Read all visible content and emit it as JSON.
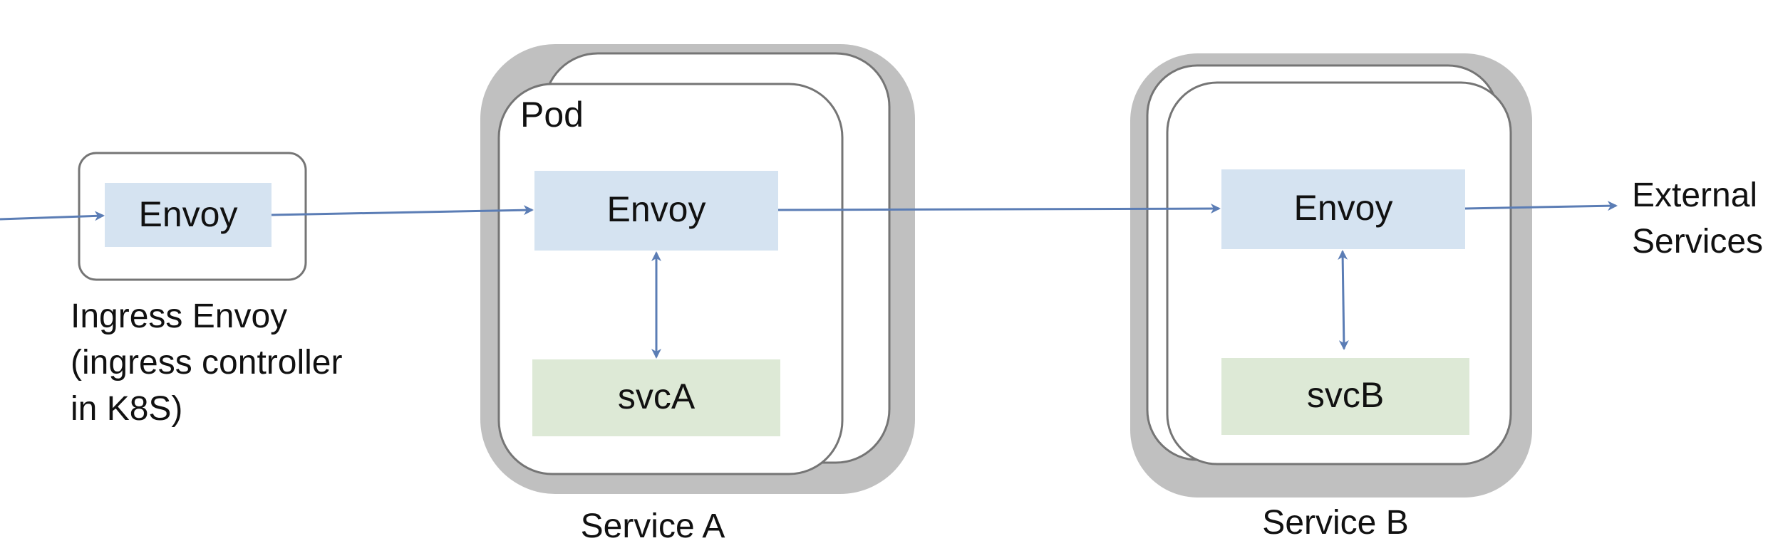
{
  "colors": {
    "envoy_fill": "#d5e3f1",
    "svc_fill": "#dde9d6",
    "service_group_fill": "#c0c0c0",
    "pod_stroke": "#757575",
    "arrow": "#5b7db5",
    "text": "#111111"
  },
  "ingress": {
    "envoy_label": "Envoy",
    "caption_lines": [
      "Ingress Envoy",
      "(ingress controller",
      "in K8S)"
    ]
  },
  "service_a": {
    "pod_label": "Pod",
    "envoy_label": "Envoy",
    "svc_label": "svcA",
    "caption": "Service A"
  },
  "service_b": {
    "envoy_label": "Envoy",
    "svc_label": "svcB",
    "caption": "Service B"
  },
  "external": {
    "label_lines": [
      "External",
      "Services"
    ]
  }
}
